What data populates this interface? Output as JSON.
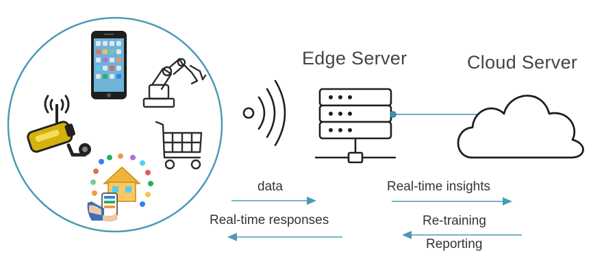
{
  "labels": {
    "edge_server": "Edge Server",
    "cloud_server": "Cloud Server",
    "data": "data",
    "real_time_responses": "Real-time responses",
    "real_time_insights": "Real-time insights",
    "re_training": "Re-training",
    "reporting": "Reporting"
  },
  "colors": {
    "circle": "#4a9ab5",
    "arrow": "#4a9ab5",
    "line": "#2b2b2b",
    "connector": "#3f8fae",
    "camera": "#d4b20b",
    "house": "#f0b43c"
  },
  "icons": [
    "smartphone-icon",
    "robot-arm-icon",
    "security-camera-icon",
    "shopping-cart-icon",
    "smart-home-icon",
    "wireless-signal-icon",
    "server-rack-icon",
    "cloud-icon"
  ]
}
